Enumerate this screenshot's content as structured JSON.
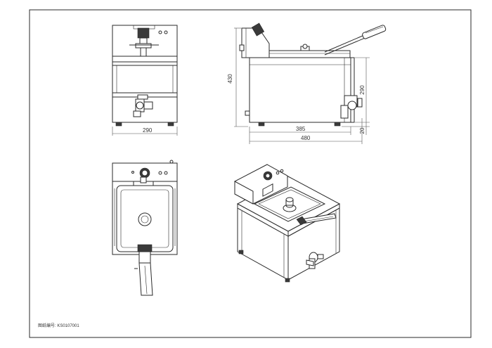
{
  "drawing": {
    "dimensions": {
      "front_width": "290",
      "side_height_total": "430",
      "side_height_body": "290",
      "side_height_feet": "20",
      "side_width_body": "385",
      "side_width_total": "480"
    },
    "note": "图纸编号: KS0107001"
  }
}
